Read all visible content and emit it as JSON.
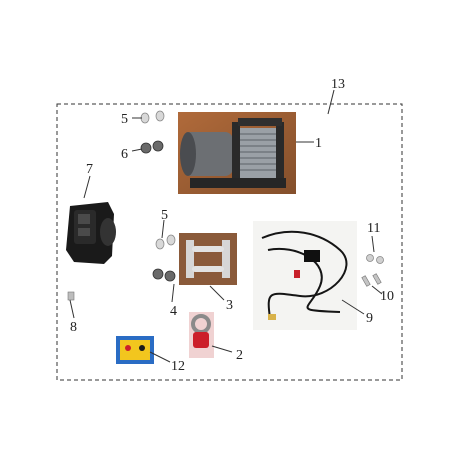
{
  "diagram": {
    "callouts": [
      {
        "id": "c1",
        "label": "1"
      },
      {
        "id": "c2",
        "label": "2"
      },
      {
        "id": "c3",
        "label": "3"
      },
      {
        "id": "c4",
        "label": "4"
      },
      {
        "id": "c5a",
        "label": "5"
      },
      {
        "id": "c5b",
        "label": "5"
      },
      {
        "id": "c6",
        "label": "6"
      },
      {
        "id": "c7",
        "label": "7"
      },
      {
        "id": "c8",
        "label": "8"
      },
      {
        "id": "c9",
        "label": "9"
      },
      {
        "id": "c10",
        "label": "10"
      },
      {
        "id": "c11",
        "label": "11"
      },
      {
        "id": "c12",
        "label": "12"
      },
      {
        "id": "c13",
        "label": "13"
      }
    ]
  },
  "colors": {
    "frame": "#333333",
    "text": "#222222",
    "winch_bg": "#b06a3a",
    "fairlead_bg": "#8a5a3a",
    "harness_bg": "#f4f4f2",
    "remote_body": "#1a1a1a",
    "hook_red": "#cc1f2a",
    "panel_blue": "#2a6cc4"
  }
}
